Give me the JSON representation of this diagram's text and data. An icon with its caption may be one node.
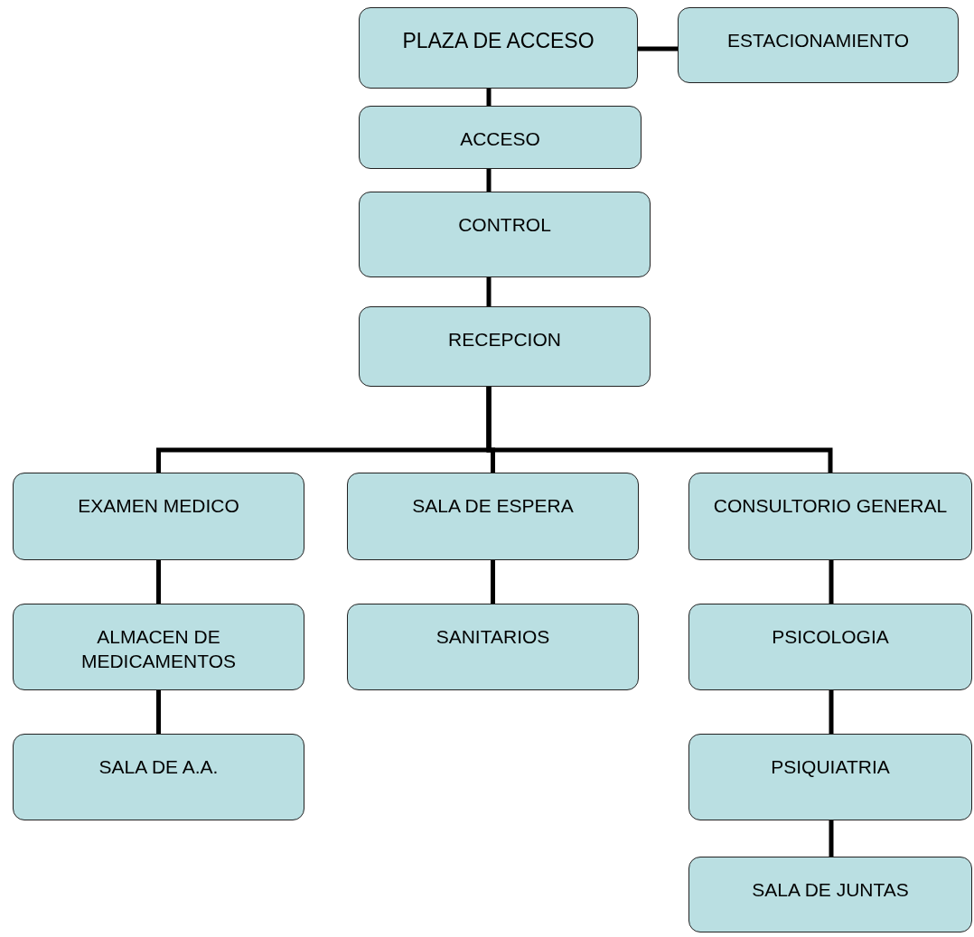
{
  "diagram": {
    "nodes": [
      {
        "text": [
          "PLAZA DE ACCESO"
        ]
      },
      {
        "text": [
          "ESTACIONAMIENTO"
        ]
      },
      {
        "text": [
          "ACCESO"
        ]
      },
      {
        "text": [
          "CONTROL"
        ]
      },
      {
        "text": [
          "RECEPCION"
        ]
      },
      {
        "text": [
          "EXAMEN MEDICO"
        ]
      },
      {
        "text": [
          "SALA DE ESPERA"
        ]
      },
      {
        "text": [
          "CONSULTORIO GENERAL"
        ]
      },
      {
        "text": [
          "ALMACEN DE MEDICAMENTOS"
        ]
      },
      {
        "text": [
          "SANITARIOS"
        ]
      },
      {
        "text": [
          "PSICOLOGIA"
        ]
      },
      {
        "text": [
          "SALA DE A.A."
        ]
      },
      {
        "text": [
          "PSIQUIATRIA"
        ]
      },
      {
        "text": [
          "SALA DE JUNTAS"
        ]
      }
    ],
    "edges": [
      {
        "from": 0,
        "to": 1,
        "arrow": "none"
      },
      {
        "from": 0,
        "to": 2,
        "arrow": "none"
      },
      {
        "from": 2,
        "to": 3,
        "arrow": "none"
      },
      {
        "from": 3,
        "to": 4,
        "arrow": "none"
      },
      {
        "from": 4,
        "to": 5,
        "arrow": "none"
      },
      {
        "from": 4,
        "to": 6,
        "arrow": "none"
      },
      {
        "from": 4,
        "to": 7,
        "arrow": "none"
      },
      {
        "from": 5,
        "to": 8,
        "arrow": "none"
      },
      {
        "from": 8,
        "to": 11,
        "arrow": "none"
      },
      {
        "from": 6,
        "to": 9,
        "arrow": "none"
      },
      {
        "from": 7,
        "to": 10,
        "arrow": "none"
      },
      {
        "from": 10,
        "to": 12,
        "arrow": "none"
      },
      {
        "from": 12,
        "to": 13,
        "arrow": "none"
      }
    ]
  }
}
